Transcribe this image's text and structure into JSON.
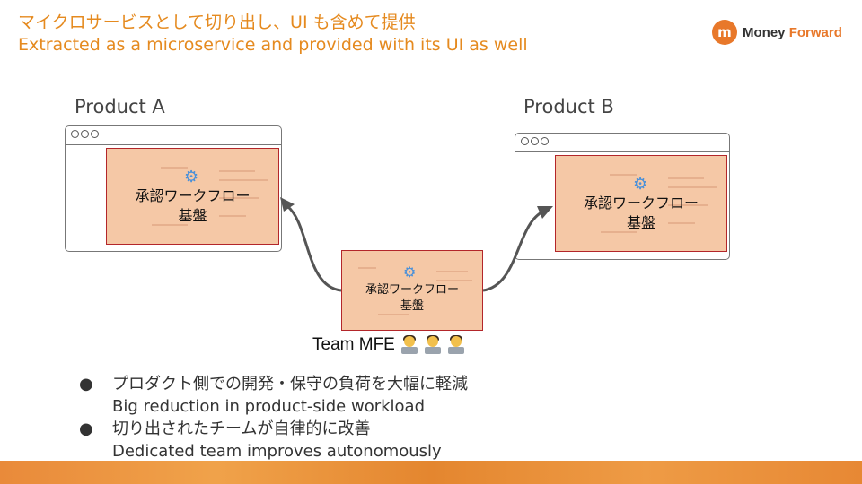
{
  "header": {
    "title_ja": "マイクロサービスとして切り出し、UI も含めて提供",
    "title_en": "Extracted as a microservice and provided with its UI as well",
    "logo_mark": "m",
    "logo_word1": "Money",
    "logo_word2": "Forward"
  },
  "products": [
    {
      "label": "Product A",
      "panel_line1": "承認ワークフロー",
      "panel_line2": "基盤"
    },
    {
      "label": "Product B",
      "panel_line1": "承認ワークフロー",
      "panel_line2": "基盤"
    }
  ],
  "center_panel": {
    "line1": "承認ワークフロー",
    "line2": "基盤"
  },
  "team": {
    "label": "Team MFE",
    "member_count": 3
  },
  "bullets": [
    {
      "mark": "●",
      "ja": "プロダクト側での開発・保守の負荷を大幅に軽減",
      "en": "Big reduction in product-side workload"
    },
    {
      "mark": "●",
      "ja": "切り出されたチームが自律的に改善",
      "en": "Dedicated team improves autonomously"
    }
  ],
  "colors": {
    "accent": "#e58a1f",
    "panel_fill": "#f5c8a6",
    "panel_border": "#b3262a",
    "gear": "#4a90d9"
  },
  "icons": {
    "gear": "gear-icon",
    "avatar": "developer-avatar-icon"
  }
}
